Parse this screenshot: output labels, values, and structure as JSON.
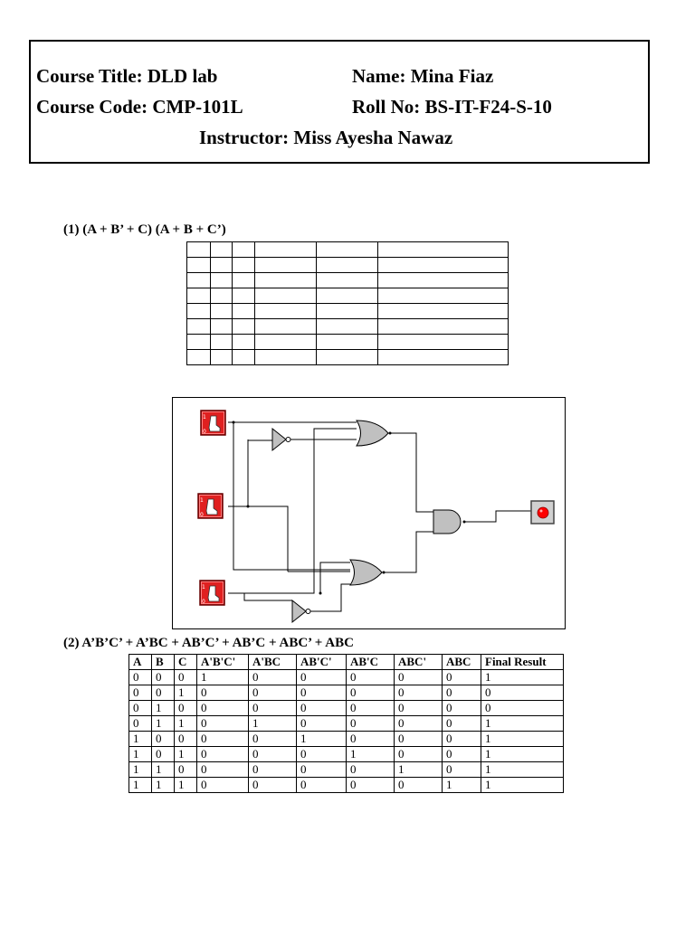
{
  "header": {
    "course_title": "Course Title: DLD lab",
    "name": "Name: Mina Fiaz",
    "course_code": "Course Code: CMP-101L",
    "roll_no": "Roll No: BS-IT-F24-S-10",
    "instructor": "Instructor: Miss Ayesha Nawaz"
  },
  "question1": {
    "title": "(1) (A + B’ + C) (A + B + C’)",
    "rows": 8,
    "cols": 6
  },
  "question2": {
    "title": "(2) A’B’C’ + A’BC + AB’C’ + AB’C + ABC’ + ABC",
    "headers": [
      "A",
      "B",
      "C",
      "A'B'C'",
      "A'BC",
      "AB'C'",
      "AB'C",
      "ABC'",
      "ABC",
      "Final Result"
    ],
    "rows": [
      [
        "0",
        "0",
        "0",
        "1",
        "0",
        "0",
        "0",
        "0",
        "0",
        "1"
      ],
      [
        "0",
        "0",
        "1",
        "0",
        "0",
        "0",
        "0",
        "0",
        "0",
        "0"
      ],
      [
        "0",
        "1",
        "0",
        "0",
        "0",
        "0",
        "0",
        "0",
        "0",
        "0"
      ],
      [
        "0",
        "1",
        "1",
        "0",
        "1",
        "0",
        "0",
        "0",
        "0",
        "1"
      ],
      [
        "1",
        "0",
        "0",
        "0",
        "0",
        "1",
        "0",
        "0",
        "0",
        "1"
      ],
      [
        "1",
        "0",
        "1",
        "0",
        "0",
        "0",
        "1",
        "0",
        "0",
        "1"
      ],
      [
        "1",
        "1",
        "0",
        "0",
        "0",
        "0",
        "0",
        "1",
        "0",
        "1"
      ],
      [
        "1",
        "1",
        "1",
        "0",
        "0",
        "0",
        "0",
        "0",
        "1",
        "1"
      ]
    ]
  },
  "circuit": {
    "switch_color": "#e02020",
    "gate_color": "#c0c0c0",
    "led_color": "#ff0000"
  }
}
